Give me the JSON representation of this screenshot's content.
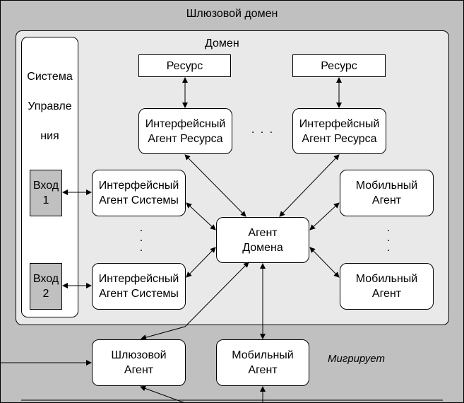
{
  "diagram": {
    "outer_title": "Шлюзовой домен",
    "domain_title": "Домен",
    "control_system": {
      "label_lines": [
        "Система",
        "Управле",
        "ния"
      ],
      "entry1_lines": [
        "Вход",
        "1"
      ],
      "entry2_lines": [
        "Вход",
        "2"
      ]
    },
    "resource_left": "Ресурс",
    "resource_right": "Ресурс",
    "resource_agent_left_lines": [
      "Интерфейсный",
      "Агент Ресурса"
    ],
    "resource_agent_right_lines": [
      "Интерфейсный",
      "Агент Ресурса"
    ],
    "system_agent_top_lines": [
      "Интерфейсный",
      "Агент Системы"
    ],
    "system_agent_bottom_lines": [
      "Интерфейсный",
      "Агент Системы"
    ],
    "domain_agent_lines": [
      "Агент",
      "Домена"
    ],
    "mobile_agent_top_lines": [
      "Мобильный",
      "Агент"
    ],
    "mobile_agent_bottom_lines": [
      "Мобильный",
      "Агент"
    ],
    "gateway_agent_lines": [
      "Шлюзовой",
      "Агент"
    ],
    "mobile_agent_outside_lines": [
      "Мобильный",
      "Агент"
    ],
    "migrates_label": "Мигрирует",
    "ellipsis_horizontal": ". . .",
    "ellipsis_vertical": ".",
    "colors": {
      "outer_bg": "#c0c0c0",
      "domain_bg": "#e9e9e9",
      "box_bg": "#ffffff",
      "line": "#000000"
    }
  }
}
